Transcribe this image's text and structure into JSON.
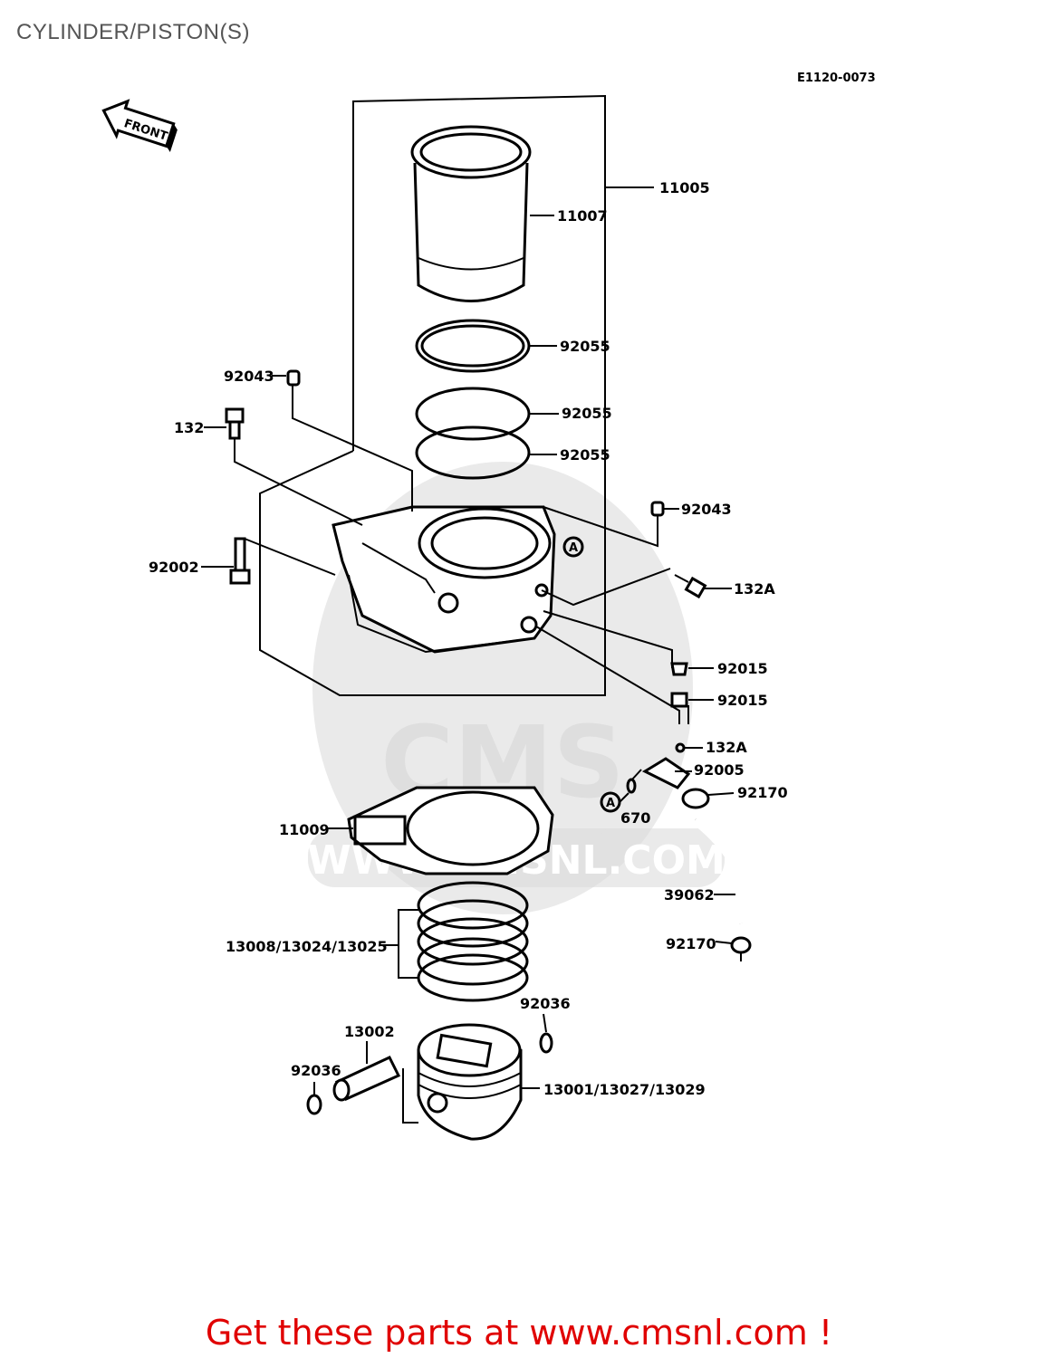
{
  "header": {
    "title": "CYLINDER/PISTON(S)"
  },
  "diagram": {
    "code": "E1120-0073",
    "front_label": "FRONT",
    "watermark": {
      "brand": "CMS",
      "url": "WWW.CMSNL.COM"
    },
    "parts": {
      "p11005": "11005",
      "p11007": "11007",
      "p92055a": "92055",
      "p92055b": "92055",
      "p92055c": "92055",
      "p92043a": "92043",
      "p92043b": "92043",
      "p132": "132",
      "p92002": "92002",
      "p132a1": "132A",
      "p92015a": "92015",
      "p92015b": "92015",
      "p132a2": "132A",
      "p92005": "92005",
      "p92170a": "92170",
      "p670": "670",
      "p11009": "11009",
      "p39062": "39062",
      "p92170b": "92170",
      "p13008": "13008/13024/13025",
      "p92036a": "92036",
      "p13002": "13002",
      "p92036b": "92036",
      "p13001": "13001/13027/13029",
      "refA1": "A",
      "refA2": "A"
    }
  },
  "footer": {
    "cta": "Get these parts at www.cmsnl.com !"
  },
  "colors": {
    "cta": "#e00000",
    "title": "#555555",
    "watermark": "#d9d9d9"
  }
}
